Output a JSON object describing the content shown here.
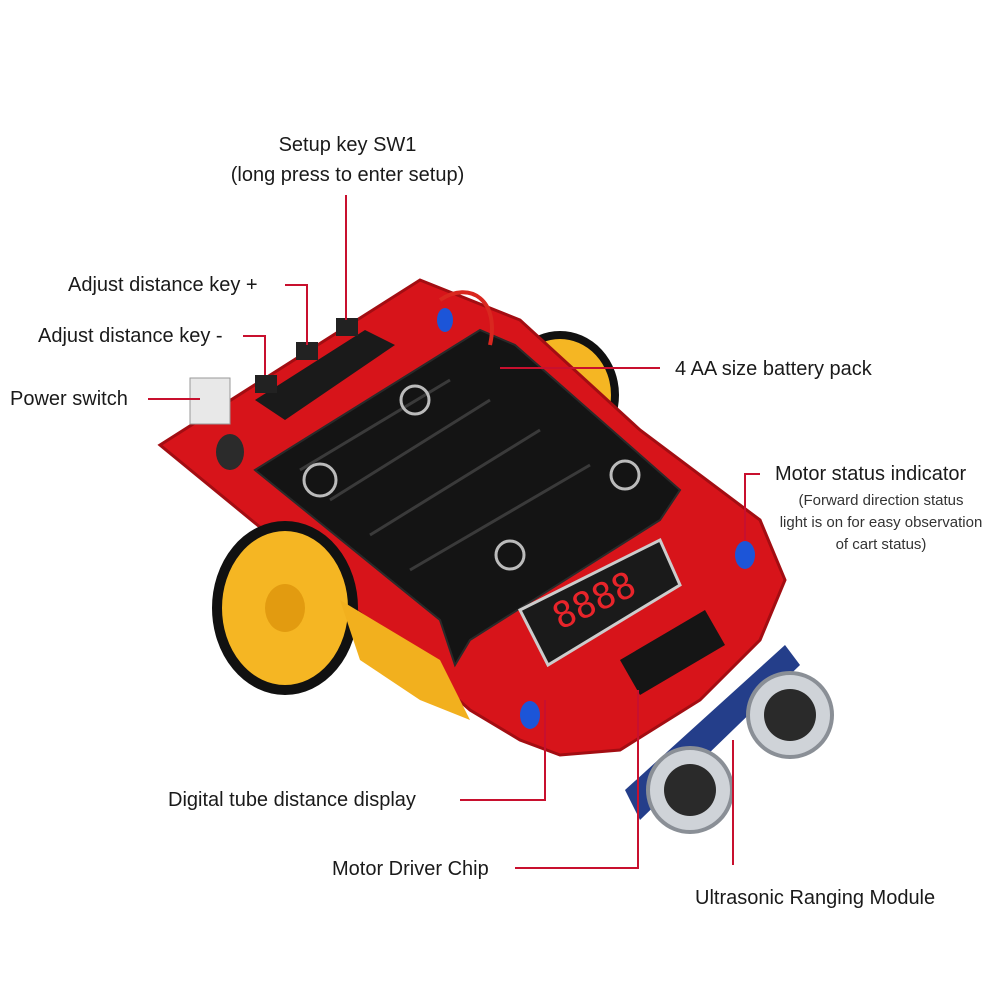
{
  "colors": {
    "leader": "#c8102e",
    "pcb": "#d7141a",
    "wheel": "#f5b623",
    "tire": "#111111",
    "battery": "#141414",
    "digit": "#e8242a"
  },
  "labels": {
    "setup_key_title": "Setup key SW1",
    "setup_key_sub": "(long press to enter setup)",
    "adjust_plus": "Adjust distance key +",
    "adjust_minus": "Adjust distance key -",
    "power_switch": "Power switch",
    "battery_pack": "4 AA size battery pack",
    "motor_status_title": "Motor status indicator",
    "motor_status_line1": "(Forward direction status",
    "motor_status_line2": "light is on for easy observation",
    "motor_status_line3": "of cart status)",
    "digital_display": "Digital tube distance display",
    "motor_driver": "Motor Driver Chip",
    "ultrasonic": "Ultrasonic Ranging Module"
  },
  "icons": [
    "robot-car-photo"
  ]
}
